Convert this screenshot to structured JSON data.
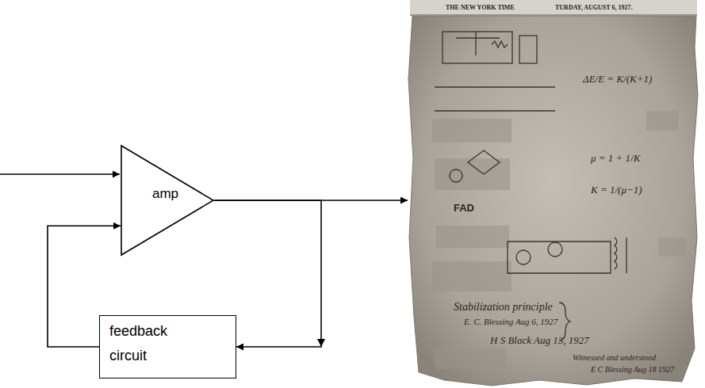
{
  "diagram": {
    "nodes": [
      {
        "text": [
          "amp"
        ]
      },
      {
        "text": [
          "feedback circuit"
        ]
      }
    ],
    "edges": [
      {
        "from": 0,
        "to": 1,
        "arrow": "to"
      },
      {
        "from": 1,
        "to": 0,
        "arrow": "to"
      }
    ],
    "labels": [
      "THE NEW YORK TIME",
      "TURDAY, AUGUST 6, 1927.",
      "ΔE/E = K/(K+1)",
      "μ = 1 + 1/K",
      "K = 1/(μ−1)",
      "FAD",
      "Stabilization principle",
      "E. C. Blessing Aug 6, 1927",
      "H S Black Aug 13, 1927",
      "Witnessed and understood",
      "E C Blessing Aug 18 1927"
    ]
  }
}
